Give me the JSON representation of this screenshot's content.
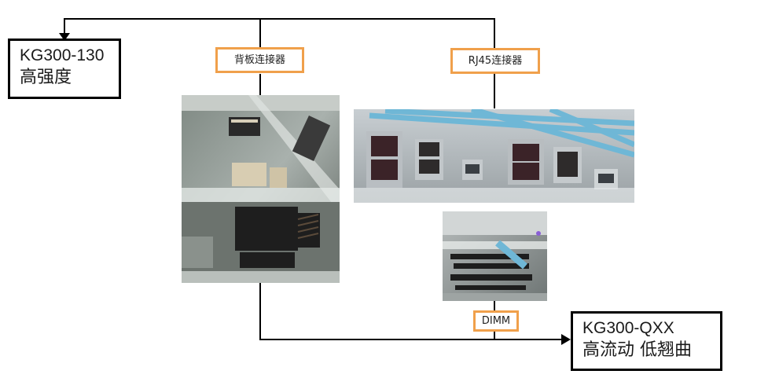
{
  "materials": [
    {
      "code": "KG300-130",
      "desc": "高强度"
    },
    {
      "code": "KG300-QXX",
      "desc": "高流动 低翘曲"
    }
  ],
  "connectors": {
    "backplane": "背板连接器",
    "rj45": "RJ45连接器",
    "dimm": "DIMM"
  },
  "photos": {
    "backplane": "backplane-connector-photo",
    "rj45": "rj45-connector-photo",
    "dimm": "dimm-connector-photo"
  },
  "colors": {
    "label_border": "#f0a04b",
    "box_border": "#000000",
    "line": "#000000",
    "cable": "#6fb7d6"
  }
}
